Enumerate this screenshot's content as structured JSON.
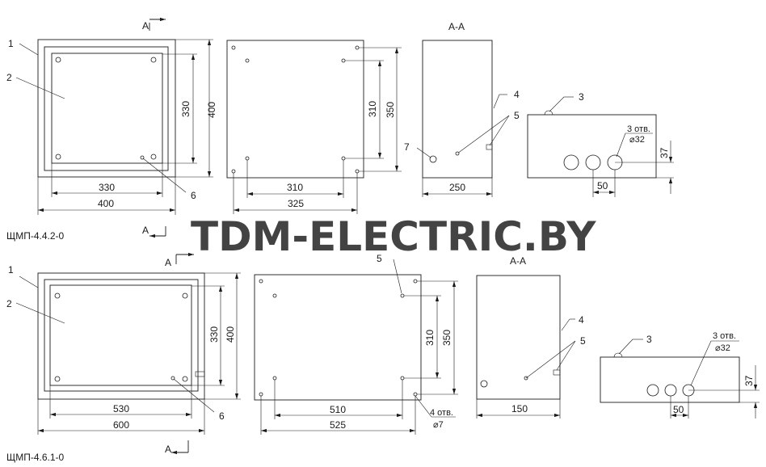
{
  "watermark": "TDM-ELECTRIC.BY",
  "colors": {
    "watermark": "#ff8c5a",
    "line": "#1a1a1a"
  },
  "labels": {
    "one": "1",
    "two": "2",
    "three": "3",
    "four": "4",
    "five": "5",
    "six": "6",
    "seven": "7",
    "section_mark": "А",
    "section_view": "А-А",
    "holes3_count": "3 отв.",
    "holes3_dia": "⌀32",
    "holes4_count": "4 отв.",
    "holes4_dia": "⌀7"
  },
  "top": {
    "model": "ЩМП-4.4.2-0",
    "dims": {
      "inner_w": "330",
      "outer_w": "400",
      "inner_h": "330",
      "outer_h": "400",
      "mount_h": "310",
      "plate_h": "350",
      "mount_w": "310",
      "plate_w": "325",
      "depth": "250",
      "gland_h": "37",
      "gland_pitch": "50"
    }
  },
  "bottom": {
    "model": "ЩМП-4.6.1-0",
    "dims": {
      "inner_w": "530",
      "outer_w": "600",
      "inner_h": "330",
      "outer_h": "400",
      "mount_h": "310",
      "plate_h": "350",
      "mount_w": "510",
      "plate_w": "525",
      "depth": "150",
      "gland_h": "37",
      "gland_pitch": "50"
    }
  }
}
